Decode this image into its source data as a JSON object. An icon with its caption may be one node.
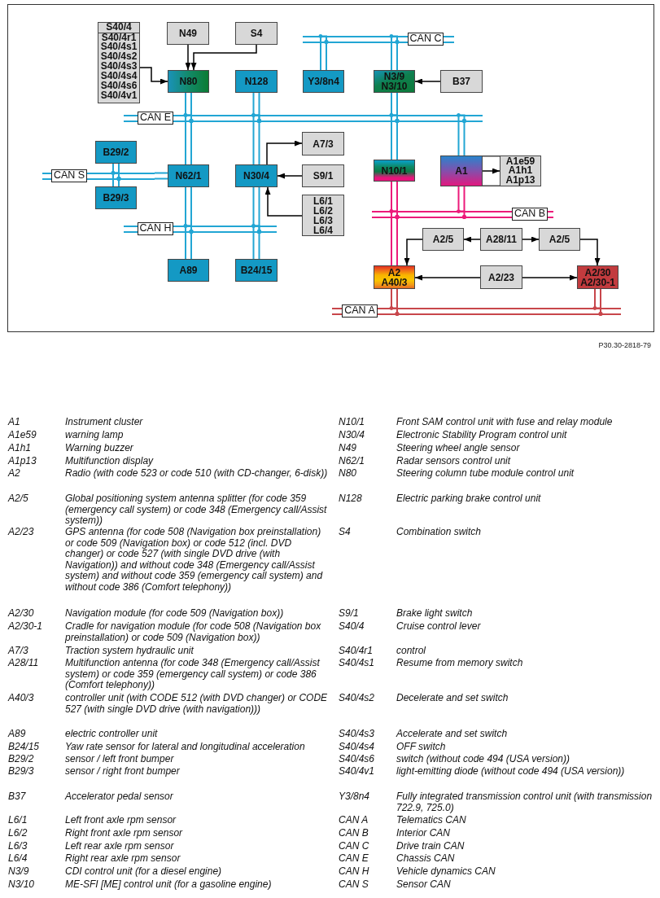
{
  "diagram": {
    "nodes": [
      {
        "text": [
          "S40/4",
          "S40/4r1",
          "S40/4s1",
          "S40/4s2",
          "S40/4s3",
          "S40/4s4",
          "S40/4s6",
          "S40/4v1"
        ]
      },
      {
        "text": [
          "N49"
        ]
      },
      {
        "text": [
          "S4"
        ]
      },
      {
        "text": [
          "CAN C"
        ]
      },
      {
        "text": [
          "N80"
        ]
      },
      {
        "text": [
          "N128"
        ]
      },
      {
        "text": [
          "Y3/8n4"
        ]
      },
      {
        "text": [
          "N3/9",
          "N3/10"
        ]
      },
      {
        "text": [
          "B37"
        ]
      },
      {
        "text": [
          "CAN E"
        ]
      },
      {
        "text": [
          "A7/3"
        ]
      },
      {
        "text": [
          "B29/2"
        ]
      },
      {
        "text": [],
        "shape": "box"
      },
      {
        "text": [
          "A1"
        ],
        "in": 12
      },
      {
        "text": [
          "A1e59",
          "A1h1",
          "A1p13"
        ],
        "in": 12
      },
      {
        "text": [
          "N10/1"
        ]
      },
      {
        "text": [
          "CAN S"
        ]
      },
      {
        "text": [
          "N62/1"
        ]
      },
      {
        "text": [
          "N30/4"
        ]
      },
      {
        "text": [
          "S9/1"
        ]
      },
      {
        "text": [
          "B29/3"
        ]
      },
      {
        "text": [
          "L6/1",
          "L6/2",
          "L6/3",
          "L6/4"
        ]
      },
      {
        "text": [
          "CAN B"
        ]
      },
      {
        "text": [
          "CAN H"
        ]
      },
      {
        "text": [
          "A2/5"
        ]
      },
      {
        "text": [
          "A28/11"
        ]
      },
      {
        "text": [
          "A2/5"
        ]
      },
      {
        "text": [
          "A2",
          "A40/3"
        ]
      },
      {
        "text": [
          "A2/23"
        ]
      },
      {
        "text": [
          "A2/30",
          "A2/30-1"
        ]
      },
      {
        "text": [
          "CAN A"
        ]
      },
      {
        "text": [
          "A89"
        ]
      },
      {
        "text": [
          "B24/15"
        ]
      }
    ],
    "edges": [
      {
        "from": 0,
        "to": 4,
        "arrow": "to",
        "color": "#000000"
      },
      {
        "from": 1,
        "to": 4,
        "arrow": "to",
        "color": "#000000"
      },
      {
        "from": 2,
        "to": 4,
        "arrow": "to",
        "color": "#000000"
      },
      {
        "from": 8,
        "to": 7,
        "arrow": "to",
        "color": "#000000"
      },
      {
        "from": 18,
        "to": 10,
        "arrow": "to",
        "color": "#000000"
      },
      {
        "from": 19,
        "to": 18,
        "arrow": "to",
        "color": "#000000"
      },
      {
        "from": 21,
        "to": 18,
        "arrow": "to",
        "color": "#000000"
      },
      {
        "from": 13,
        "to": 14,
        "arrow": "to",
        "color": "#000000"
      },
      {
        "from": 25,
        "to": 24,
        "arrow": "to",
        "color": "#000000"
      },
      {
        "from": 25,
        "to": 26,
        "arrow": "to",
        "color": "#000000"
      },
      {
        "from": 24,
        "to": 27,
        "arrow": "to",
        "color": "#000000"
      },
      {
        "from": 26,
        "to": 29,
        "arrow": "to",
        "color": "#000000"
      },
      {
        "from": 28,
        "to": 27,
        "arrow": "to",
        "color": "#000000"
      },
      {
        "from": 28,
        "to": 29,
        "arrow": "to",
        "color": "#000000"
      },
      {
        "from": 4,
        "to": 9,
        "arrow": "other"
      },
      {
        "from": 17,
        "to": 9,
        "arrow": "other"
      },
      {
        "from": 5,
        "to": 9,
        "arrow": "other"
      },
      {
        "from": 18,
        "to": 9,
        "arrow": "other"
      },
      {
        "from": 6,
        "to": 3,
        "arrow": "other"
      },
      {
        "from": 7,
        "to": 3,
        "arrow": "other"
      },
      {
        "from": 7,
        "to": 9,
        "arrow": "other"
      },
      {
        "from": 15,
        "to": 9,
        "arrow": "other"
      },
      {
        "from": 13,
        "to": 9,
        "arrow": "other"
      },
      {
        "from": 11,
        "to": 16,
        "arrow": "other"
      },
      {
        "from": 20,
        "to": 16,
        "arrow": "other"
      },
      {
        "from": 17,
        "to": 16,
        "arrow": "none"
      },
      {
        "from": 17,
        "to": 23,
        "arrow": "other"
      },
      {
        "from": 18,
        "to": 23,
        "arrow": "other"
      },
      {
        "from": 31,
        "to": 23,
        "arrow": "other"
      },
      {
        "from": 32,
        "to": 23,
        "arrow": "other"
      },
      {
        "from": 15,
        "to": 22,
        "arrow": "other",
        "color": "#ec1a7a"
      },
      {
        "from": 13,
        "to": 22,
        "arrow": "other",
        "color": "#ec1a7a"
      },
      {
        "from": 27,
        "to": 22,
        "arrow": "other",
        "color": "#ec1a7a"
      },
      {
        "from": 27,
        "to": 30,
        "arrow": "other",
        "color": "#c8464b"
      },
      {
        "from": 29,
        "to": 30,
        "arrow": "other",
        "color": "#c8464b"
      }
    ],
    "labels": [
      "P30.30-2818-79",
      "A1",
      "Instrument cluster",
      "N10/1",
      "Front SAM control unit with fuse and relay module",
      "A1e59",
      "warning lamp",
      "N30/4",
      "Electronic Stability Program control unit",
      "A1h1",
      "Warning buzzer",
      "N49",
      "Steering wheel angle sensor",
      "A1p13",
      "Multifunction display",
      "N62/1",
      "Radar sensors control unit",
      "A2",
      "Radio (with code 523 or code 510 (with CD-changer, 6-disk))",
      "N80",
      "Steering column tube module control unit",
      "A2/5",
      "Global positioning system antenna splitter (for code 359 (emergency call system) or code 348 (Emergency call/Assist system))",
      "N128",
      "Electric parking brake control unit",
      "A2/23",
      "GPS antenna (for code 508 (Navigation box preinstallation) or code 509 (Navigation box) or code 512 (incl. DVD changer) or code 527 (with single DVD drive (with Navigation)) and without code 348 (Emergency call/Assist system) and without code 359 (emergency call system) and without code 386 (Comfort telephony))",
      "S4",
      "Combination switch",
      "A2/30",
      "Navigation module (for code 509 (Navigation box))",
      "S9/1",
      "Brake light switch",
      "A2/30-1",
      "Cradle for navigation module (for code 508 (Navigation box preinstallation) or code 509 (Navigation box))",
      "S40/4",
      "Cruise control lever",
      "A7/3",
      "Traction system hydraulic unit",
      "S40/4r1",
      "control",
      "A28/11",
      "Multifunction antenna (for code 348 (Emergency call/Assist system) or code 359 (emergency call system) or code 386 (Comfort telephony))",
      "S40/4s1",
      "Resume from memory switch",
      "A40/3",
      "controller unit (with CODE 512 (with DVD changer) or CODE 527 (with single DVD drive (with navigation)))",
      "S40/4s2",
      "Decelerate and set switch",
      "A89",
      "electric controller unit",
      "S40/4s3",
      "Accelerate and set switch",
      "B24/15",
      "Yaw rate sensor for lateral and longitudinal acceleration",
      "S40/4s4",
      "OFF switch",
      "B29/2",
      "sensor / left front bumper",
      "S40/4s6",
      "switch (without code 494 (USA version))",
      "B29/3",
      "sensor / right front bumper",
      "S40/4v1",
      "light-emitting diode (without code 494 (USA version))",
      "B37",
      "Accelerator pedal sensor",
      "Y3/8n4",
      "Fully integrated transmission control unit (with transmission 722.9, 725.0)",
      "L6/1",
      "Left front axle rpm sensor",
      "CAN A",
      "Telematics CAN",
      "L6/2",
      "Right front axle rpm sensor",
      "CAN B",
      "Interior CAN",
      "L6/3",
      "Left rear axle rpm sensor",
      "CAN C",
      "Drive train CAN",
      "L6/4",
      "Right rear axle rpm sensor",
      "CAN E",
      "Chassis CAN",
      "N3/9",
      "CDI control unit (for a diesel engine)",
      "CAN H",
      "Vehicle dynamics CAN",
      "N3/10",
      "ME-SFI [ME] control unit (for a gasoline engine)",
      "CAN S",
      "Sensor CAN"
    ]
  }
}
